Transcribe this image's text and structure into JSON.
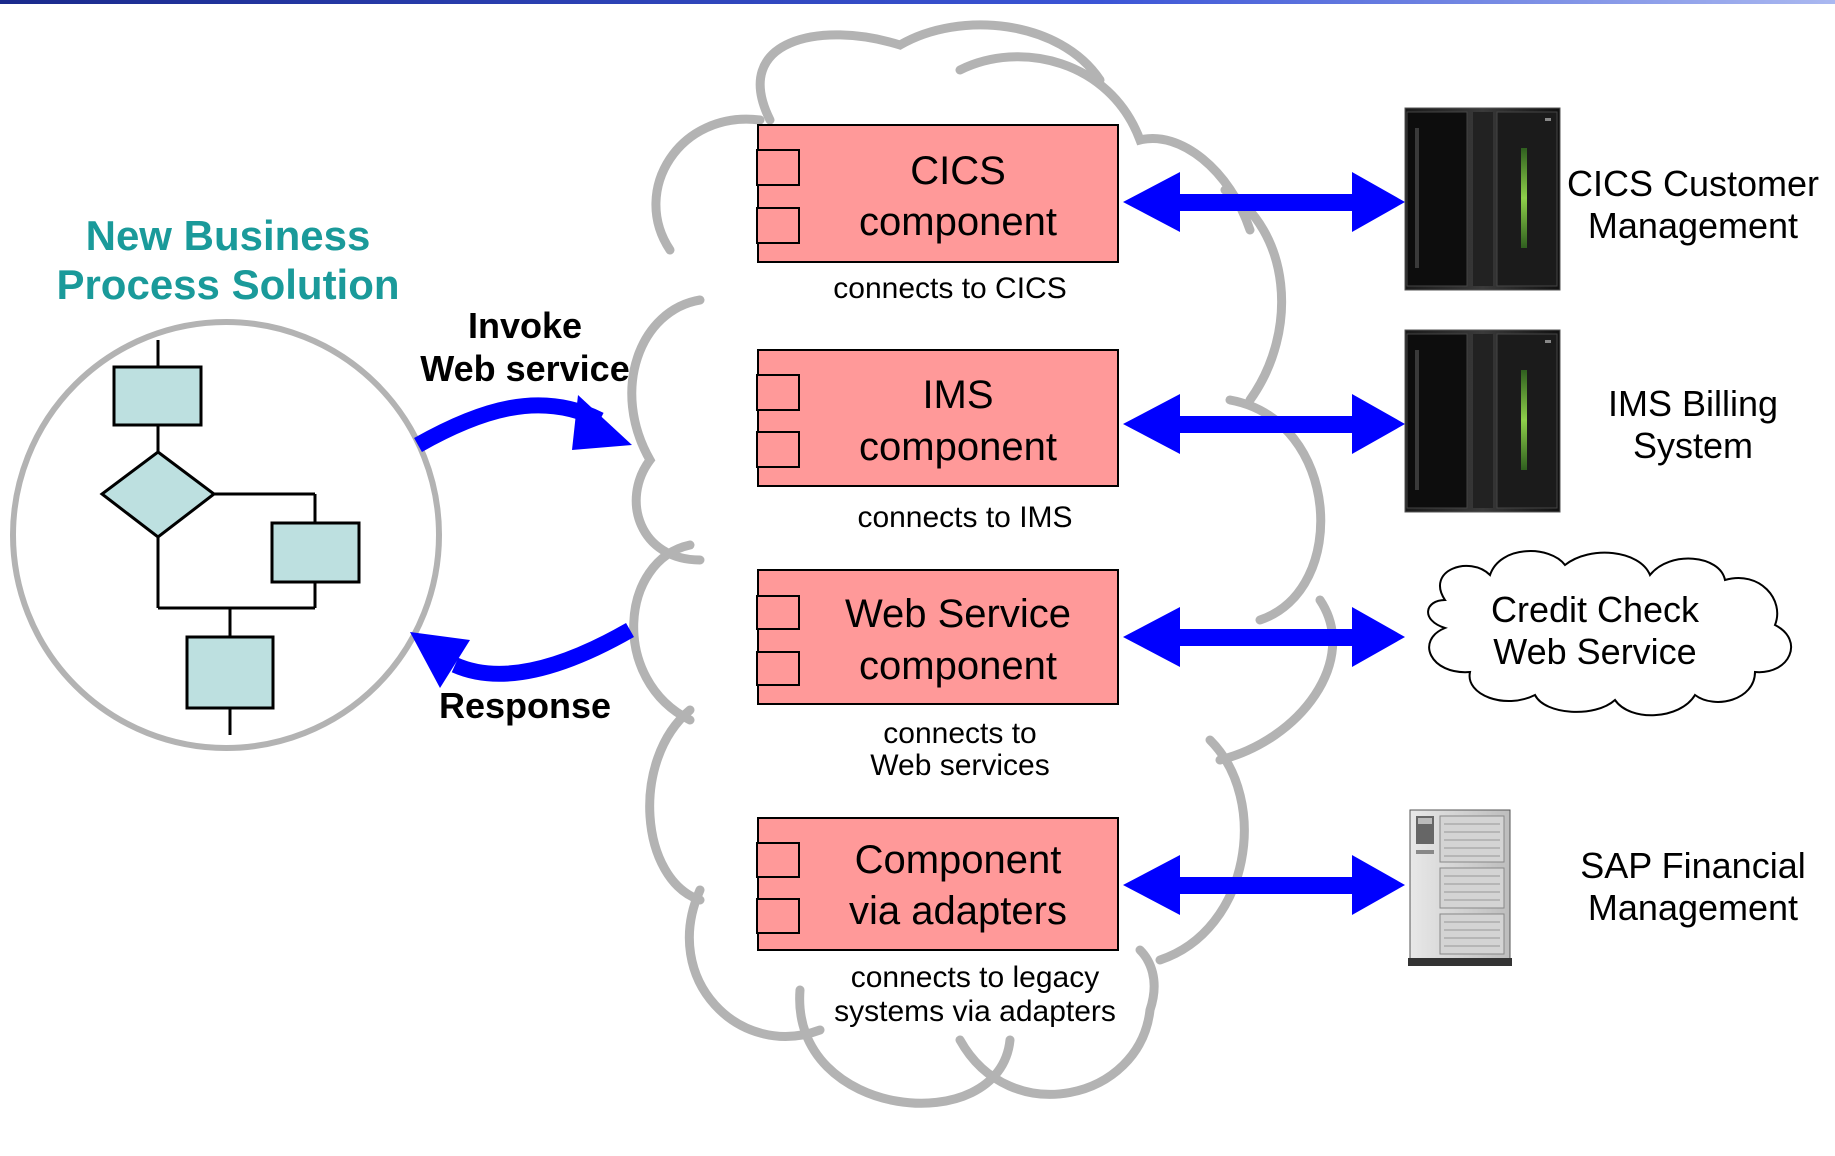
{
  "title": {
    "line1": "New Business",
    "line2": "Process Solution",
    "color": "#1a9a9a"
  },
  "invoke": {
    "line1": "Invoke",
    "line2": "Web service"
  },
  "response": {
    "label": "Response"
  },
  "components": [
    {
      "line1": "CICS",
      "line2": "component",
      "caption1": "connects to CICS",
      "caption2": ""
    },
    {
      "line1": "IMS",
      "line2": "component",
      "caption1": "connects to IMS",
      "caption2": ""
    },
    {
      "line1": "Web Service",
      "line2": "component",
      "caption1": "connects to",
      "caption2": "Web services"
    },
    {
      "line1": "Component",
      "line2": "via adapters",
      "caption1": "connects to legacy",
      "caption2": "systems via adapters"
    }
  ],
  "systems": [
    {
      "line1": "CICS Customer",
      "line2": "Management",
      "icon": "mainframe-icon"
    },
    {
      "line1": "IMS Billing",
      "line2": "System",
      "icon": "mainframe-icon"
    },
    {
      "line1": "Credit Check",
      "line2": "Web Service",
      "icon": "cloud-icon"
    },
    {
      "line1": "SAP Financial",
      "line2": "Management",
      "icon": "server-icon"
    }
  ],
  "colors": {
    "component_fill": "#ff9999",
    "arrow": "#0000ff",
    "cloud_stroke": "#b3b3b3",
    "flow_fill": "#bde0e0"
  }
}
